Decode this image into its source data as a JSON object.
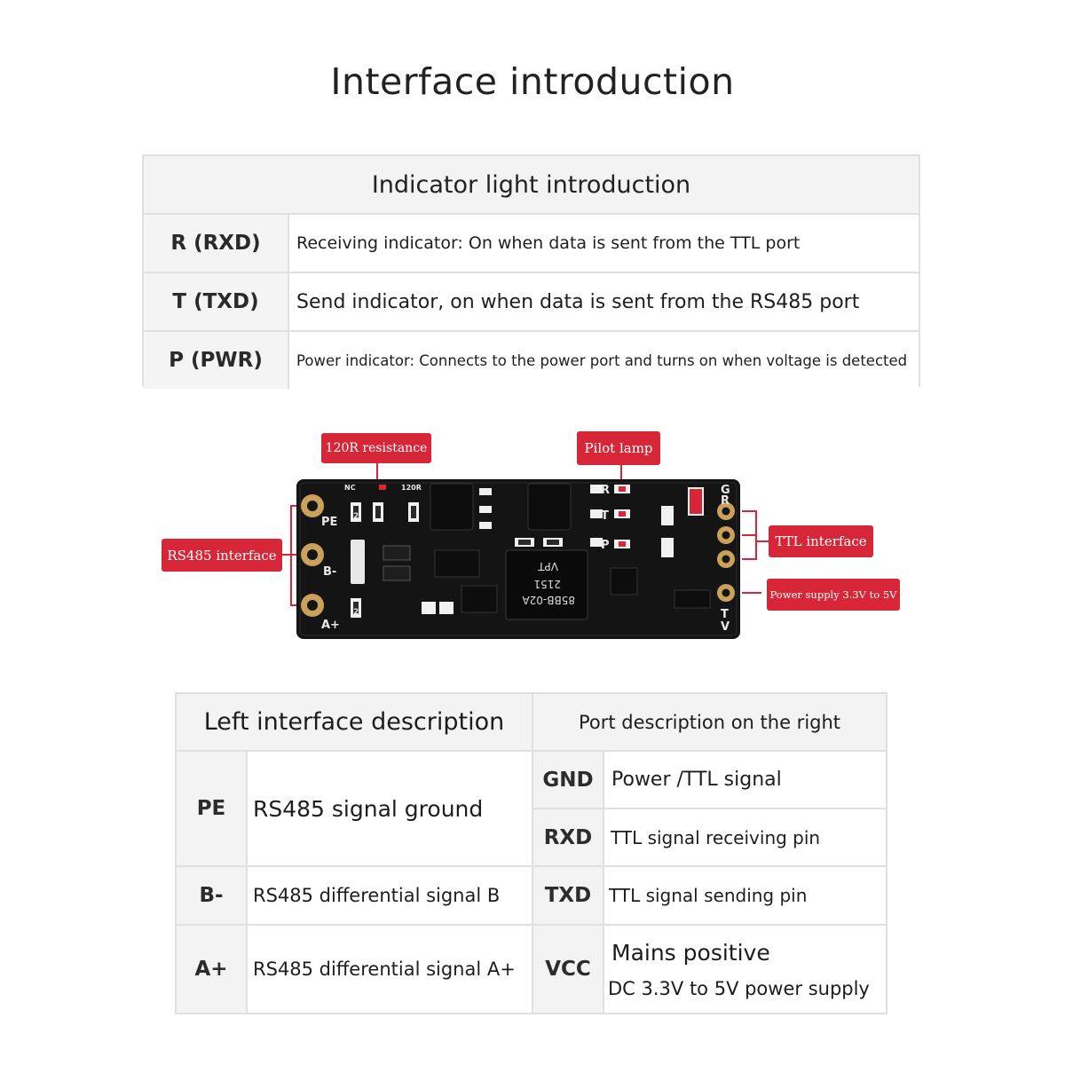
{
  "title": "Interface introduction",
  "indicator_table": {
    "header": "Indicator light introduction",
    "rows": [
      {
        "key": "R (RXD)",
        "value": "Receiving indicator: On when data is sent from the TTL port"
      },
      {
        "key": "T (TXD)",
        "value": "Send indicator, on when data is sent from the RS485 port"
      },
      {
        "key": "P (PWR)",
        "value": "Power indicator: Connects to the power port and turns on when voltage is detected"
      }
    ]
  },
  "board": {
    "callouts": {
      "resistance": "120R resistance",
      "pilot_lamp": "Pilot lamp",
      "rs485": "RS485 interface",
      "ttl": "TTL interface",
      "power": "Power supply 3.3V to 5V"
    },
    "left_pins": [
      "PE",
      "B-",
      "A+"
    ],
    "right_pins": [
      "G",
      "R",
      "T",
      "V"
    ],
    "led_labels": [
      "R",
      "T",
      "P"
    ],
    "silk": {
      "nc": "NC",
      "r120": "120R",
      "two": "2"
    },
    "chip_text": [
      "85BB-02A",
      "2151",
      "VPT"
    ],
    "colors": {
      "callout": "#d72638",
      "pcb": "#141414",
      "pad": "#c9a15a"
    }
  },
  "port_table": {
    "left_header": "Left interface description",
    "right_header": "Port description on the right",
    "left_rows": [
      {
        "key": "PE",
        "value": "RS485 signal ground"
      },
      {
        "key": "B-",
        "value": "RS485 differential signal B"
      },
      {
        "key": "A+",
        "value": "RS485 differential signal A+"
      }
    ],
    "right_rows": [
      {
        "key": "GND",
        "value": "Power /TTL signal"
      },
      {
        "key": "RXD",
        "value": "TTL signal receiving pin"
      },
      {
        "key": "TXD",
        "value": "TTL signal sending pin"
      },
      {
        "key": "VCC",
        "value": "Mains positive",
        "value2": "DC 3.3V to 5V power supply"
      }
    ]
  }
}
